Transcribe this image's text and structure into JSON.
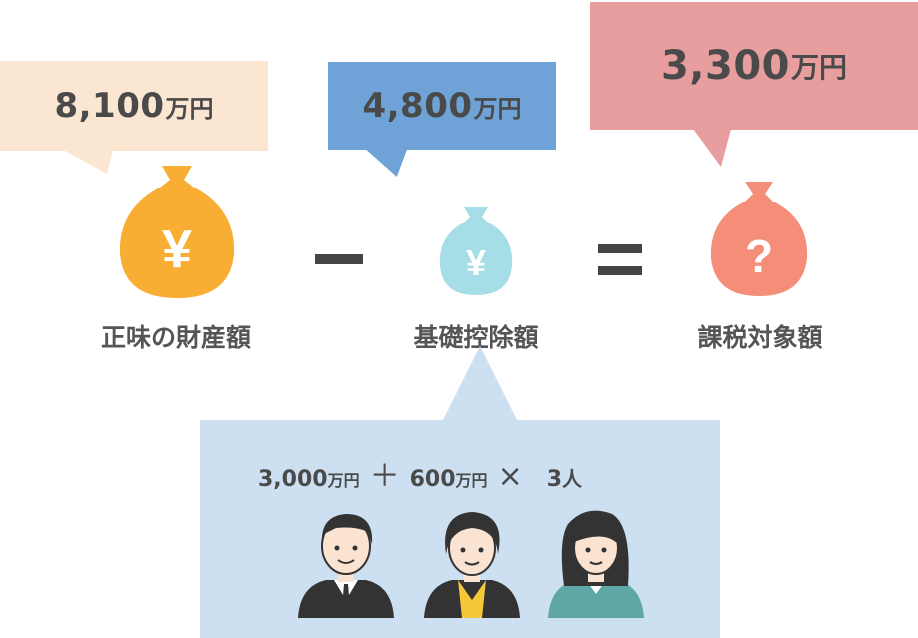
{
  "net_assets": {
    "amount": "8,100",
    "unit": "万円",
    "label": "正味の財産額",
    "icon": "yen-bag-icon",
    "bubble_color": "#FBE6D2",
    "bag_color": "#F7AE33"
  },
  "basic_deduction": {
    "amount": "4,800",
    "unit": "万円",
    "label": "基礎控除額",
    "icon": "yen-bag-icon",
    "bubble_color": "#6FA3D8",
    "bag_color": "#A5DEE6"
  },
  "taxable_amount": {
    "amount": "3,300",
    "unit": "万円",
    "label": "課税対象額",
    "icon": "question-bag-icon",
    "bubble_color": "#E89D9F",
    "bag_color": "#F48E79"
  },
  "operators": {
    "minus": "minus-icon",
    "equals": "equals-icon"
  },
  "formula": {
    "base": "3,000",
    "base_unit": "万円",
    "plus": "＋",
    "per_heir": "600",
    "per_heir_unit": "万円",
    "times": "×",
    "heirs": "3",
    "heirs_unit": "人",
    "panel_color": "#CCE0F2"
  },
  "heirs": [
    "man-avatar-icon",
    "woman-avatar-icon",
    "girl-avatar-icon"
  ]
}
